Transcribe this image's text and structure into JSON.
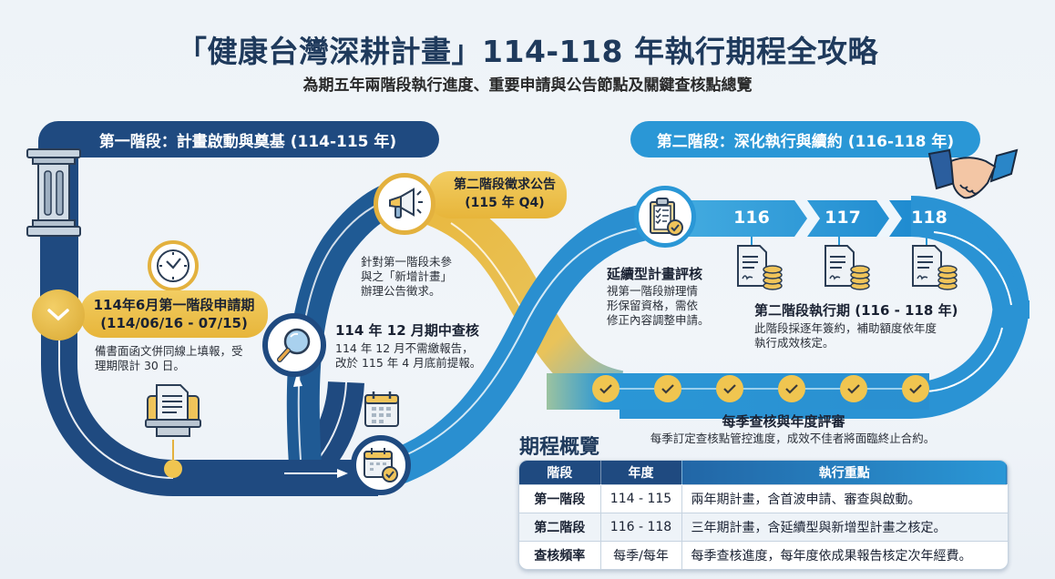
{
  "header": {
    "title": "「健康台灣深耕計畫」114-118 年執行期程全攻略",
    "subtitle": "為期五年兩階段執行進度、重要申請與公告節點及關鍵查核點總覽"
  },
  "phases": {
    "phase1": {
      "label": "第一階段：計畫啟動與奠基 (114-115 年)",
      "color": "#1f4a80"
    },
    "phase2": {
      "label": "第二階段：深化執行與續約 (116-118 年)",
      "color": "#2a97d6"
    }
  },
  "milestones": {
    "application": {
      "title_line1": "114年6月第一階段申請期",
      "title_line2": "(114/06/16 - 07/15)",
      "desc_line1": "備書面函文併同線上填報，受",
      "desc_line2": "理期限計 30 日。",
      "icon": "clock-icon",
      "badge_icon": "chevron-down-icon"
    },
    "midterm_review": {
      "title": "114 年 12 月期中查核",
      "desc_line1": "114 年 12 月不需繳報告，",
      "desc_line2": "改於 115 年 4 月底前提報。",
      "icon": "magnifier-icon"
    },
    "phase2_announcement": {
      "title_line1": "第二階段徵求公告",
      "title_line2": "(115 年 Q4)",
      "desc_line1": "針對第一階段未參",
      "desc_line2": "與之「新增計畫」",
      "desc_line3": "辦理公告徵求。",
      "icon": "megaphone-icon"
    },
    "continuation_review": {
      "title": "延續型計畫評核",
      "desc_line1": "視第一階段辦理情",
      "desc_line2": "形保留資格，需依",
      "desc_line3": "修正內容調整申請。",
      "icon": "clipboard-check-icon"
    },
    "phase2_execution": {
      "title": "第二階段執行期 (116 - 118 年)",
      "desc_line1": "此階段採逐年簽約，補助額度依年度",
      "desc_line2": "執行成效核定。"
    },
    "quarterly_review": {
      "title": "每季查核與年度評審",
      "desc": "每季訂定查核點管控進度，成效不佳者將面臨終止合約。",
      "checkpoint_count": 6
    }
  },
  "years": [
    {
      "label": "116",
      "icon": "contract-coins-icon"
    },
    {
      "label": "117",
      "icon": "contract-coins-icon"
    },
    {
      "label": "118",
      "icon": "contract-coins-icon"
    }
  ],
  "overview": {
    "title": "期程概覽",
    "columns": [
      "階段",
      "年度",
      "執行重點"
    ],
    "rows": [
      {
        "stage": "第一階段",
        "years": "114 - 115",
        "focus": "兩年期計畫，含首波申請、審查與啟動。"
      },
      {
        "stage": "第二階段",
        "years": "116 - 118",
        "focus": "三年期計畫，含延續型與新增型計畫之核定。"
      },
      {
        "stage": "查核頻率",
        "years": "每季/每年",
        "focus": "每季查核進度，每年度依成果報告核定次年經費。"
      }
    ]
  },
  "colors": {
    "navy": "#1f4a80",
    "sky": "#2a97d6",
    "gold": "#e9b940",
    "background": "#eef3f8"
  }
}
